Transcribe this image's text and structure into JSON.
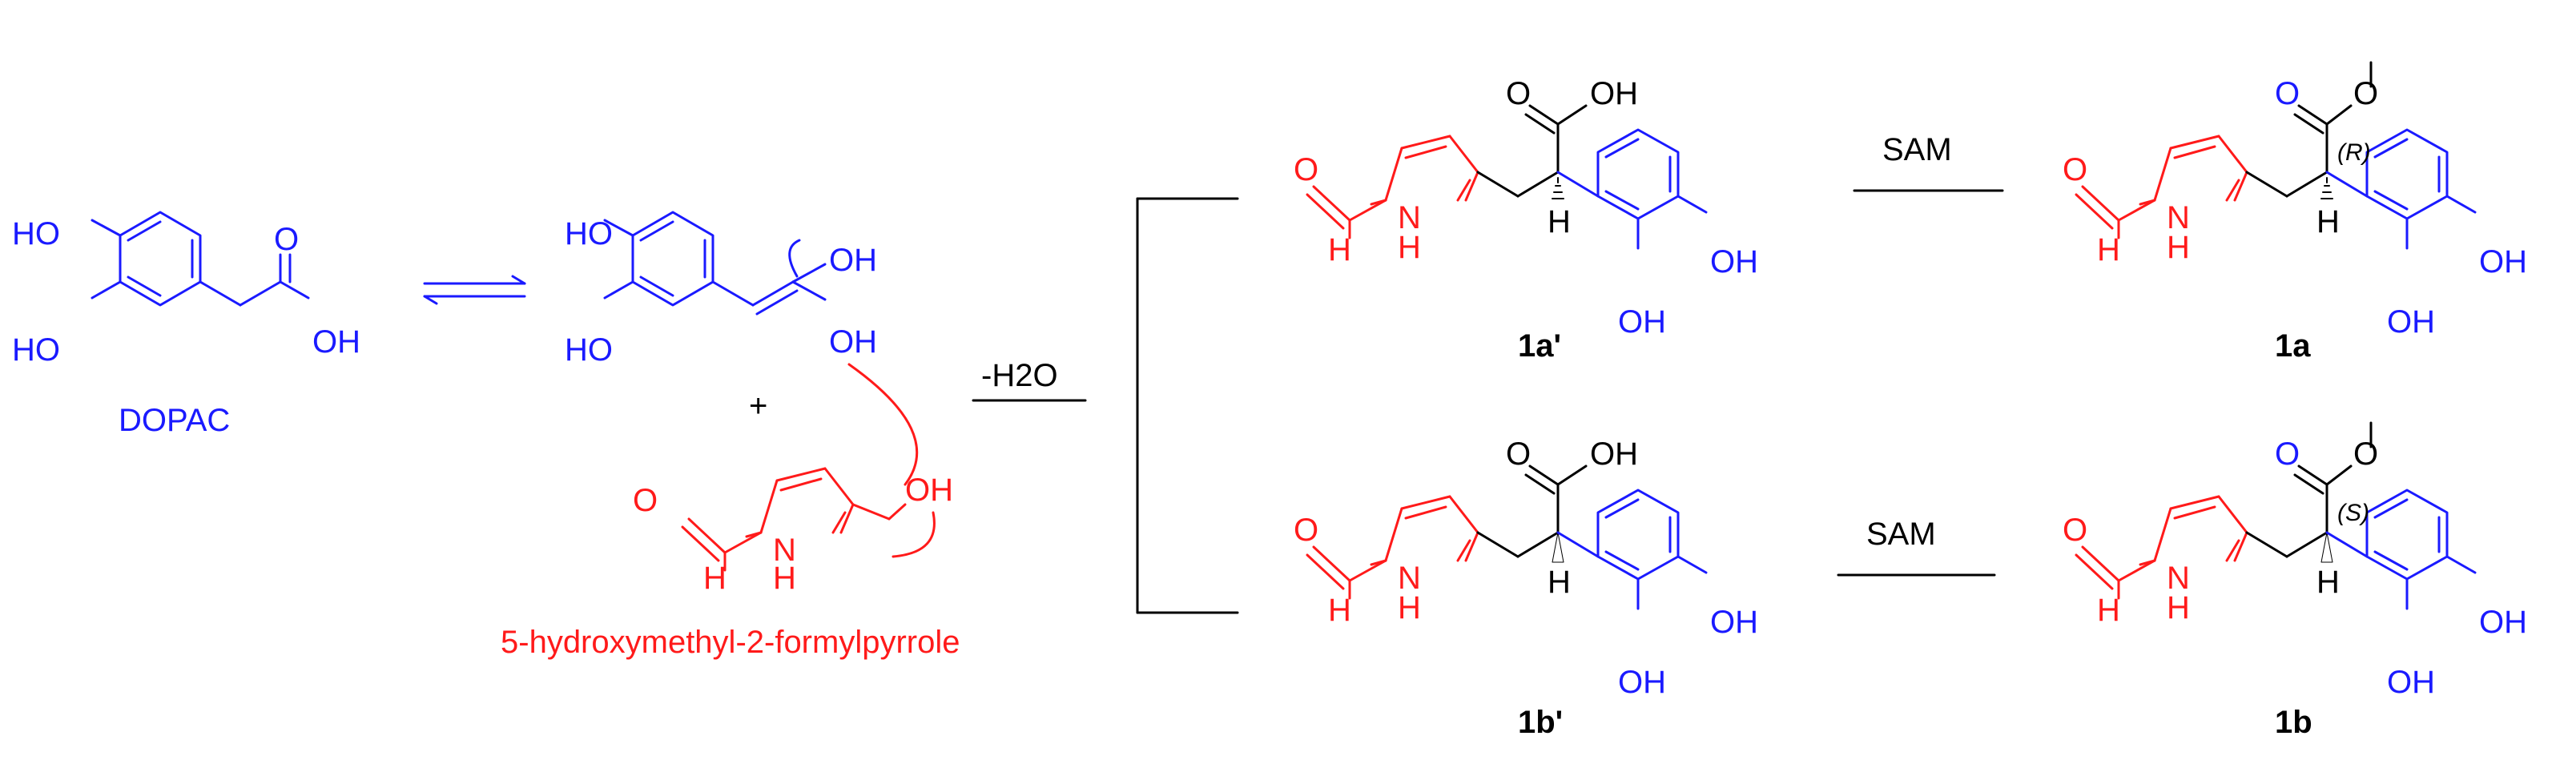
{
  "colors": {
    "blue": "#1a1aff",
    "red": "#ff1a1a",
    "black": "#000000"
  },
  "dopac": {
    "ho_top": "HO",
    "ho_bottom": "HO",
    "carbonyl_o": "O",
    "oh": "OH",
    "name": "DOPAC"
  },
  "enediol": {
    "ho_top": "HO",
    "ho_bottom": "HO",
    "oh_top": "OH",
    "oh_bottom": "OH"
  },
  "plus": "+",
  "pyrrole_reagent": {
    "o": "O",
    "h": "H",
    "nh_n": "N",
    "nh_h": "H",
    "oh": "OH",
    "name": "5-hydroxymethyl-2-formylpyrrole"
  },
  "arrow_label": "-H2O",
  "intermediates": [
    {
      "id": "1a-prime",
      "label": "1a'",
      "o": "O",
      "h": "H",
      "nh_n": "N",
      "nh_h": "H",
      "acid_o": "O",
      "acid_oh": "OH",
      "alpha_h": "H",
      "oh1": "OH",
      "oh2": "OH"
    },
    {
      "id": "1b-prime",
      "label": "1b'",
      "o": "O",
      "h": "H",
      "nh_n": "N",
      "nh_h": "H",
      "acid_o": "O",
      "acid_oh": "OH",
      "alpha_h": "H",
      "oh1": "OH",
      "oh2": "OH"
    }
  ],
  "sam_labels": [
    "SAM",
    "SAM"
  ],
  "products": [
    {
      "id": "1a",
      "label": "1a",
      "o": "O",
      "h": "H",
      "nh_n": "N",
      "nh_h": "H",
      "ester_o1": "O",
      "ester_o2": "O",
      "alpha_h": "H",
      "stereo": "(R)",
      "oh1": "OH",
      "oh2": "OH"
    },
    {
      "id": "1b",
      "label": "1b",
      "o": "O",
      "h": "H",
      "nh_n": "N",
      "nh_h": "H",
      "ester_o1": "O",
      "ester_o2": "O",
      "alpha_h": "H",
      "stereo": "(S)",
      "oh1": "OH",
      "oh2": "OH"
    }
  ]
}
